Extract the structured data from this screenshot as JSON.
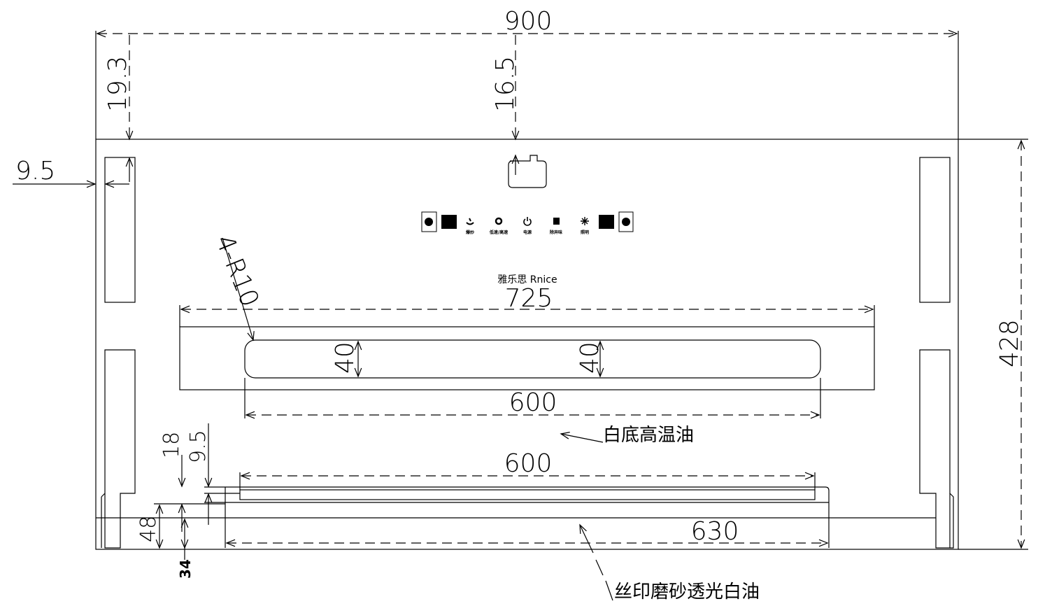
{
  "dimensions": {
    "width": "900",
    "top_left_offset": "19.3",
    "top_center_offset": "16.5",
    "left_offset": "9.5",
    "height": "428",
    "panel_width": "725",
    "corner_radius": "4-R10",
    "slot_height_left": "40",
    "slot_height_right": "40",
    "slot_width": "600",
    "strip_offset_a": "18",
    "strip_offset_b": "9.5",
    "strip_inner_width": "600",
    "strip_width": "630",
    "bottom_height": "48",
    "bottom_offset": "34"
  },
  "annotations": {
    "white_base_oil": "白底高温油",
    "silkscreen_oil": "丝印磨砂透光白油"
  },
  "control_panel": {
    "buttons": [
      {
        "icon": "stir-fry-icon",
        "label": "爆炒"
      },
      {
        "icon": "fan-speed-icon",
        "label": "低速/高速"
      },
      {
        "icon": "power-icon",
        "label": "电源"
      },
      {
        "icon": "odor-icon",
        "label": "除异味"
      },
      {
        "icon": "light-icon",
        "label": "照明"
      }
    ]
  },
  "logo": "雅乐思 Rnice"
}
